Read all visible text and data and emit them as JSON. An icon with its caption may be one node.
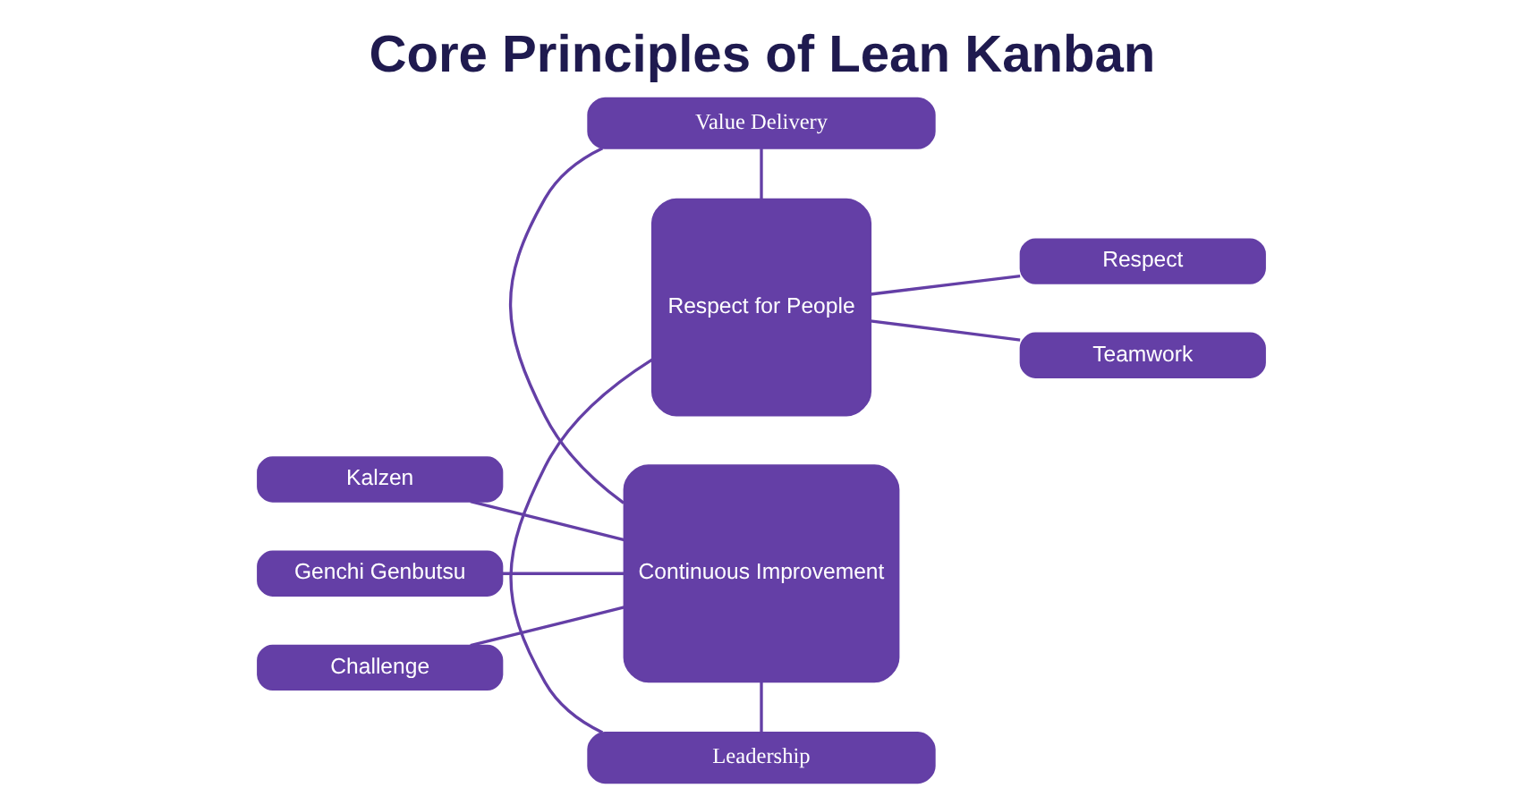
{
  "diagram": {
    "title": "Core Principles of Lean Kanban",
    "nodes": [
      {
        "text": [
          "Value Delivery"
        ]
      },
      {
        "text": [
          "Kalzen"
        ]
      },
      {
        "text": [
          "Genchi Genbutsu"
        ]
      },
      {
        "text": [
          "Challenge"
        ]
      },
      {
        "text": [
          "Continuous Improvement"
        ]
      },
      {
        "text": [
          "Respect for People"
        ]
      },
      {
        "text": [
          "Respect"
        ]
      },
      {
        "text": [
          "Teamwork"
        ]
      },
      {
        "text": [
          "Leadership"
        ]
      }
    ],
    "edges": [
      {
        "from": 0,
        "to": 4,
        "arrow": "none"
      },
      {
        "from": 0,
        "to": 5,
        "arrow": "none"
      },
      {
        "from": 1,
        "to": 4,
        "arrow": "none"
      },
      {
        "from": 2,
        "to": 4,
        "arrow": "none"
      },
      {
        "from": 3,
        "to": 4,
        "arrow": "none"
      },
      {
        "from": 5,
        "to": 6,
        "arrow": "none"
      },
      {
        "from": 5,
        "to": 7,
        "arrow": "none"
      },
      {
        "from": 4,
        "to": 8,
        "arrow": "none"
      },
      {
        "from": 5,
        "to": 8,
        "arrow": "none"
      }
    ]
  }
}
